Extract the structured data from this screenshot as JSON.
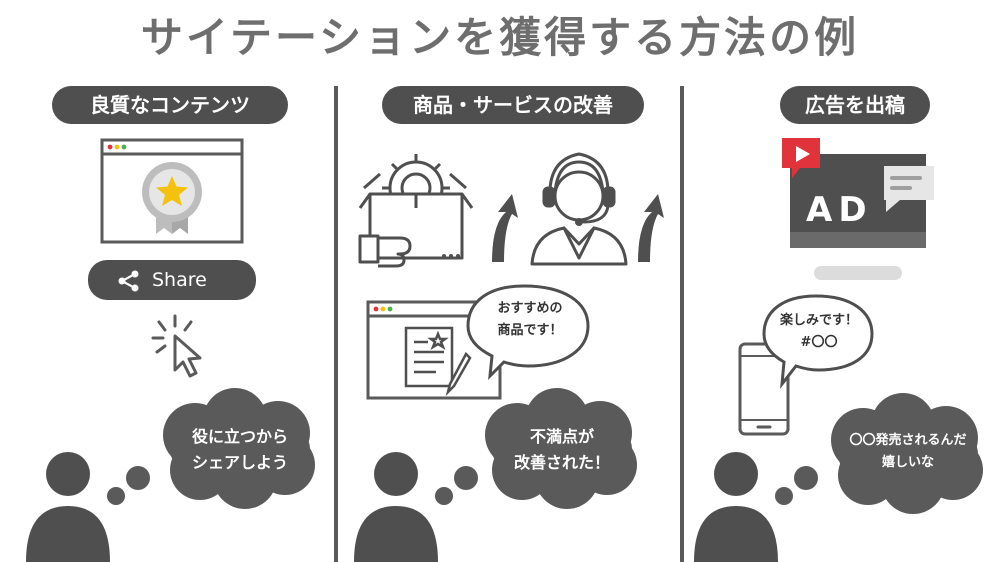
{
  "title": "サイテーションを獲得する方法の例",
  "sections": [
    {
      "heading": "良質なコンテンツ",
      "share_label": "Share",
      "thought": [
        "役に立つから",
        "シェアしよう"
      ]
    },
    {
      "heading": "商品・サービスの改善",
      "speech": [
        "おすすめの",
        "商品です！"
      ],
      "thought": [
        "不満点が",
        "改善された！"
      ]
    },
    {
      "heading": "広告を出稿",
      "ad_label": "AD",
      "phone_speech": [
        "楽しみです！",
        "#〇〇"
      ],
      "thought": [
        "〇〇発売されるんだ",
        "嬉しいな"
      ]
    }
  ],
  "colors": {
    "dark": "#4f4f4f",
    "mid": "#5a5a5a",
    "accent_red": "#e0333c",
    "star_yellow": "#f4c20d",
    "dot_yellow": "#f4c20d",
    "dot_green": "#4caf50"
  }
}
